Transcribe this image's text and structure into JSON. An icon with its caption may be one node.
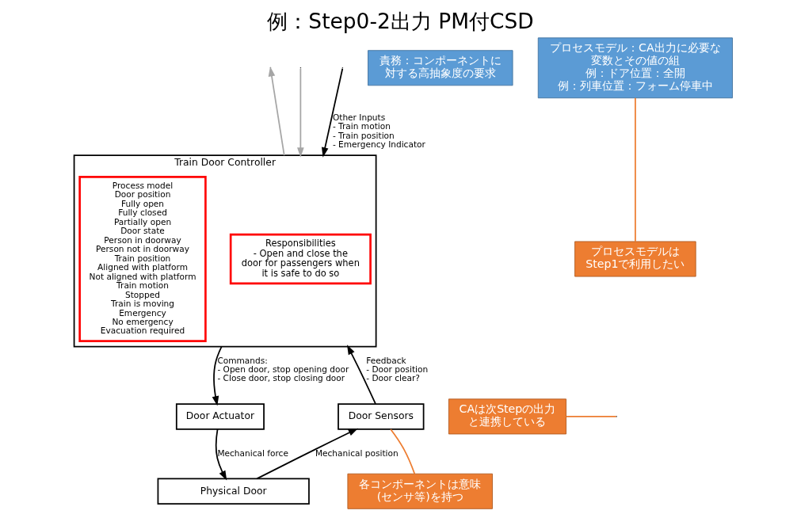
{
  "diagram": {
    "title": "例：Step0-2出力 PM付CSD",
    "nodes": [
      {
        "text": [
          "Train Door Controller"
        ]
      },
      {
        "text": [
          "Responsibilities",
          "- Open and close the door for passengers when it is safe to do so"
        ],
        "in": 0
      },
      {
        "text": [
          "Process model",
          "Door position",
          "Fully open",
          "Fully closed",
          "Partially open",
          "Door state",
          "Person in doorway",
          "Person not in doorway",
          "Train position",
          "Aligned with platform",
          "Not aligned with platform",
          "Train motion",
          "Stopped",
          "Train is moving",
          "Emergency",
          "No emergency",
          "Evacuation required"
        ],
        "in": 0
      },
      {
        "text": [
          "Door Actuator"
        ]
      },
      {
        "text": [
          "Door Sensors"
        ]
      },
      {
        "text": [
          "Physical Door"
        ]
      },
      {
        "text": [
          "責務：コンポーネントに対する高抽象度の要求"
        ]
      },
      {
        "text": [
          "プロセスモデル：CA出力に必要な変数とその値の組",
          "例：ドア位置：全開",
          "例：列車位置：フォーム停車中"
        ]
      },
      {
        "text": [
          "プロセスモデルはStep1で利用したい"
        ]
      },
      {
        "text": [
          "CAは次Stepの出力と連携している"
        ]
      },
      {
        "text": [
          "各コンポーネントは意味(センサ等)を持つ"
        ]
      }
    ],
    "edges": [
      {
        "from": null,
        "to": 0,
        "arrow": "to",
        "label": "Other Inputs - Train motion - Train position - Emergency Indicator"
      },
      {
        "from": 0,
        "to": null,
        "arrow": "to",
        "color": "#a6a6a6"
      },
      {
        "from": 0,
        "to": 3,
        "arrow": "to",
        "label": "Commands: - Open door, stop opening door - Close door, stop closing door"
      },
      {
        "from": 3,
        "to": 5,
        "arrow": "to",
        "label": "Mechanical force"
      },
      {
        "from": 5,
        "to": 4,
        "arrow": "to",
        "label": "Mechanical position"
      },
      {
        "from": 4,
        "to": 0,
        "arrow": "to",
        "label": "Feedback - Door position - Door clear?"
      },
      {
        "from": null,
        "to": 0,
        "arrow": "to",
        "color": "#a6a6a6"
      },
      {
        "from": 8,
        "to": 7,
        "arrow": "none",
        "color": "#ed7d31"
      },
      {
        "from": 9,
        "to": null,
        "arrow": "none",
        "color": "#ed7d31"
      },
      {
        "from": 10,
        "to": 4,
        "arrow": "none",
        "color": "#ed7d31"
      }
    ]
  }
}
